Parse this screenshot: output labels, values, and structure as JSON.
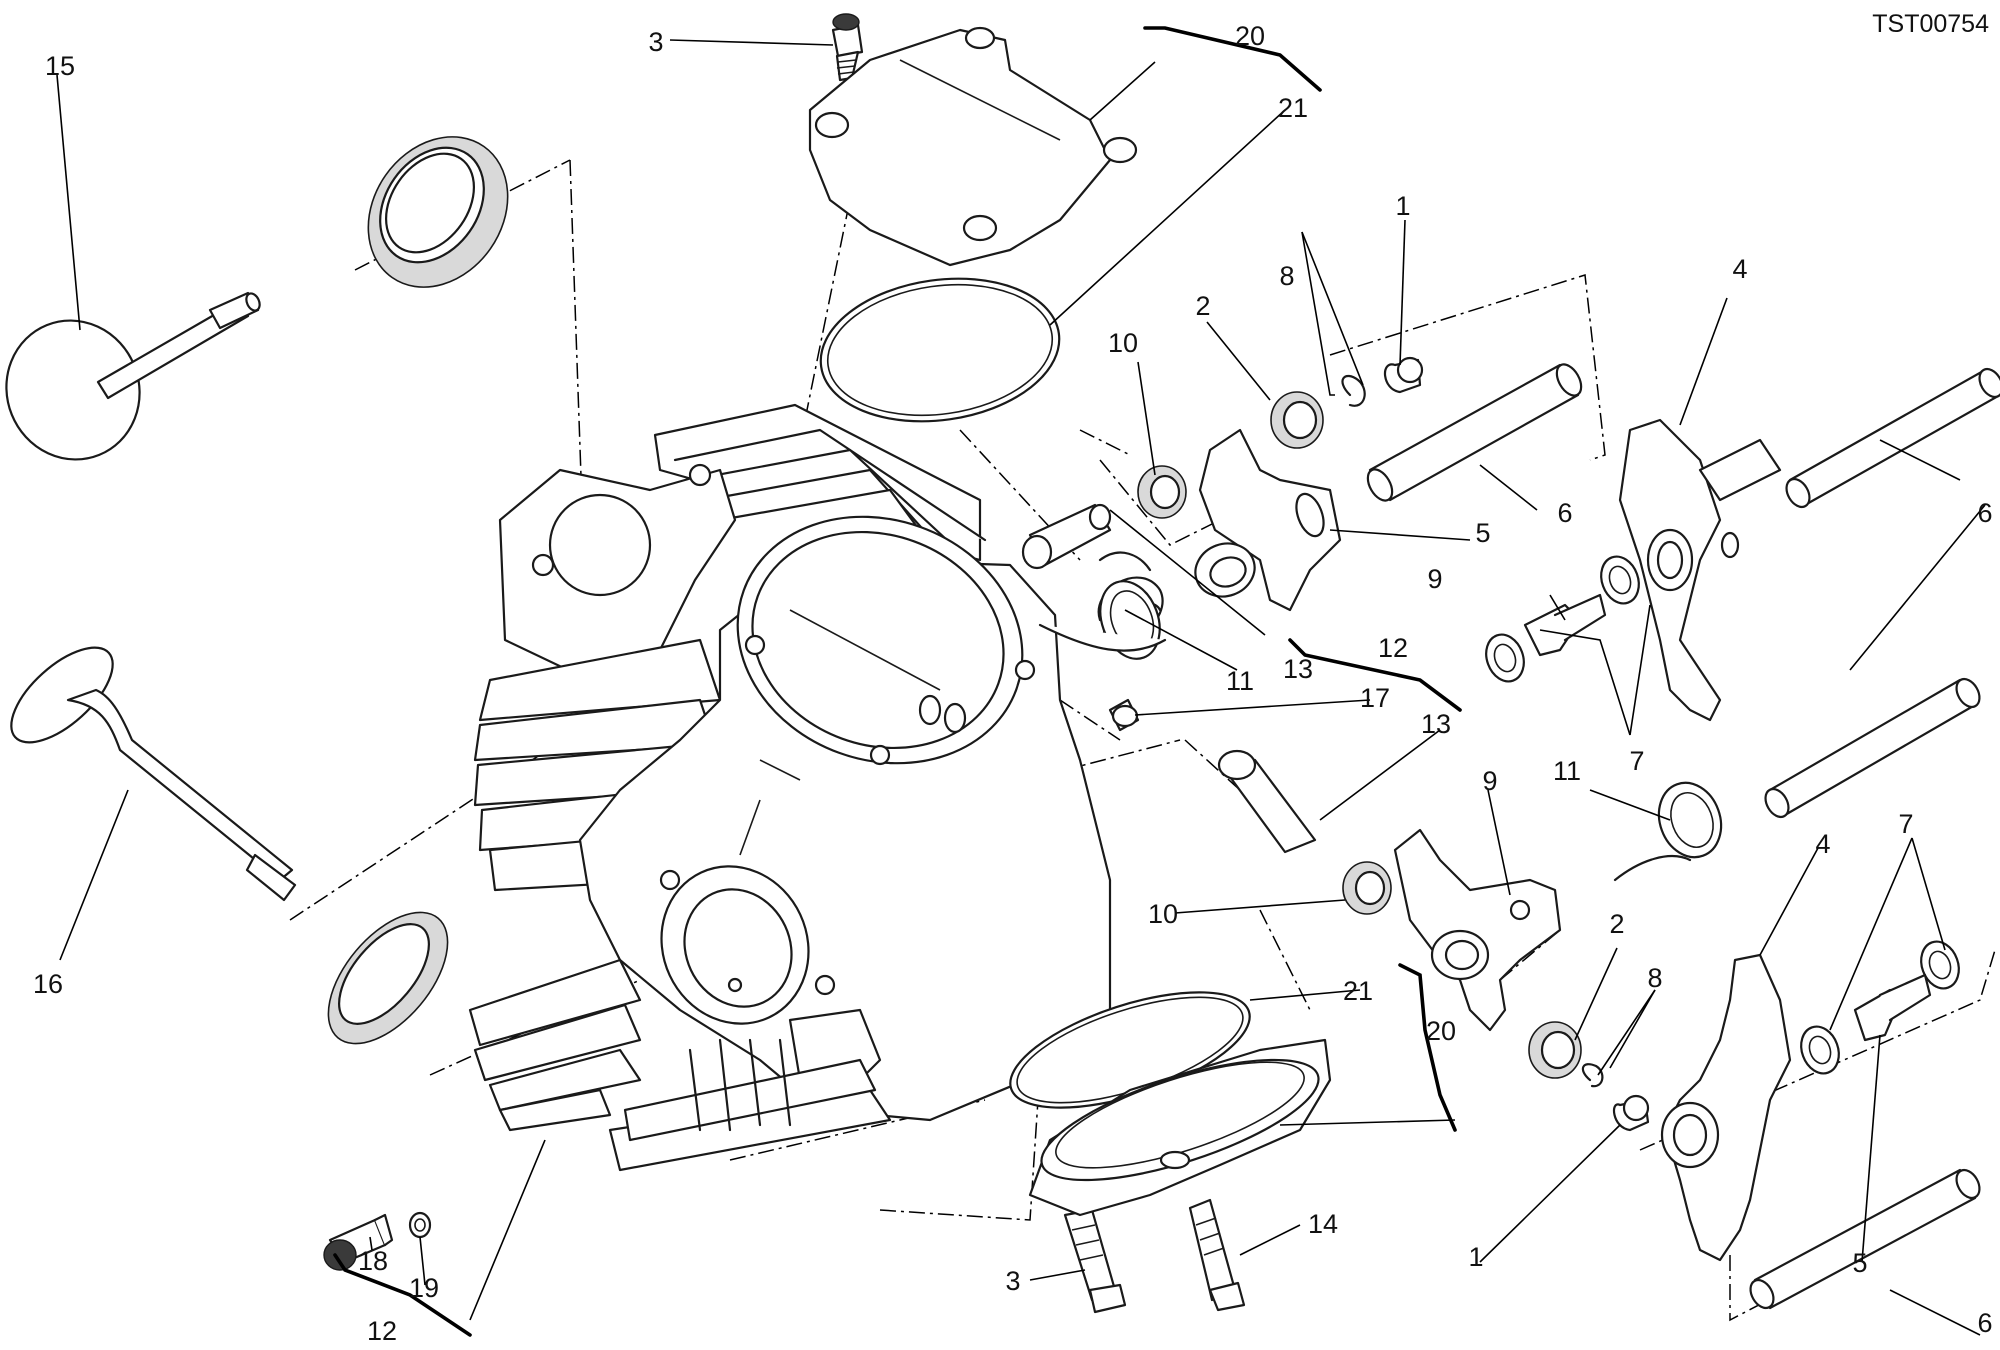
{
  "figure_code": "TST00754",
  "callouts": {
    "c1a": "1",
    "c1b": "1",
    "c2a": "2",
    "c2b": "2",
    "c3a": "3",
    "c3b": "3",
    "c4a": "4",
    "c4b": "4",
    "c5a": "5",
    "c5b": "5",
    "c6a": "6",
    "c6b": "6",
    "c6c": "6",
    "c7a": "7",
    "c7b": "7",
    "c8a": "8",
    "c8b": "8",
    "c9a": "9",
    "c9b": "9",
    "c10a": "10",
    "c10b": "10",
    "c11a": "11",
    "c11b": "11",
    "c12a": "12",
    "c12b": "12",
    "c13a": "13",
    "c13b": "13",
    "c14": "14",
    "c15": "15",
    "c16": "16",
    "c17": "17",
    "c18": "18",
    "c19": "19",
    "c20a": "20",
    "c20b": "20",
    "c21a": "21",
    "c21b": "21"
  }
}
